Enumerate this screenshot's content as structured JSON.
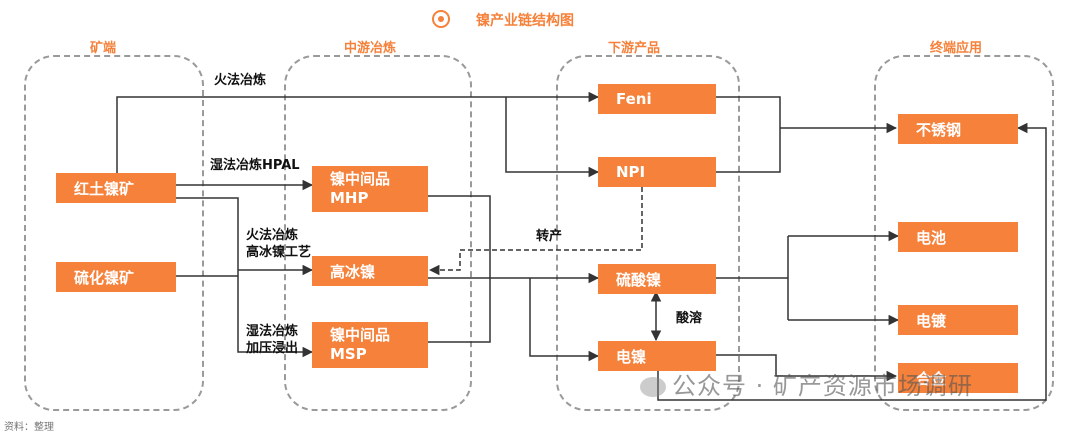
{
  "title": "镍产业链结构图",
  "columns": [
    "矿端",
    "中游冶炼",
    "下游产品",
    "终端应用"
  ],
  "nodes": {
    "laterite": "红土镍矿",
    "sulfide": "硫化镍矿",
    "mhp": [
      "镍中间品",
      "MHP"
    ],
    "matte": "高冰镍",
    "msp": [
      "镍中间品",
      "MSP"
    ],
    "feni": "Feni",
    "npi": "NPI",
    "sulfate": "硫酸镍",
    "electro": "电镍",
    "stainless": "不锈钢",
    "battery": "电池",
    "plating": "电镀",
    "alloy": "合金"
  },
  "edge_labels": {
    "pyro": "火法冶炼",
    "hpal": "湿法冶炼HPAL",
    "matte_process": [
      "火法冶炼",
      "高冰镍工艺"
    ],
    "pressure_leach": [
      "湿法冶炼",
      "加压浸出"
    ],
    "convert": "转产",
    "acid": "酸溶"
  },
  "watermark": "公众号 · 矿产资源市场调研",
  "source": "资料：整理"
}
